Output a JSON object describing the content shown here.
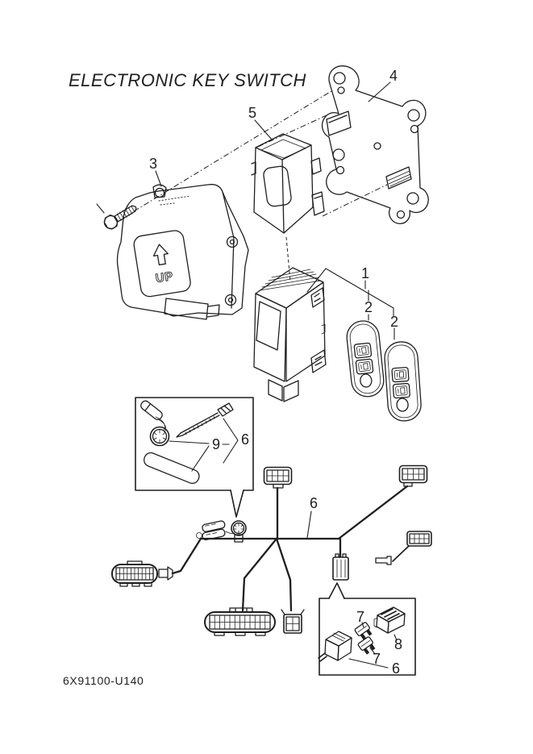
{
  "title": "ELECTRONIC KEY SWITCH",
  "part_code": "6X91100-U140",
  "unit_up_label": "UP",
  "callouts": {
    "immobilizer_unit": "1",
    "remote_fob_left": "2",
    "remote_fob_right": "2",
    "key_switch_unit": "3",
    "mounting_bracket": "4",
    "rubber_cover": "5",
    "harness": "6",
    "inset1_assembly": "6",
    "inset1_cable_tie": "9",
    "inset2_fuse_top": "7",
    "inset2_fuse_bottom": "7",
    "inset2_connector": "8",
    "inset2_assembly": "6"
  },
  "colors": {
    "line": "#1f1f1f",
    "background": "#ffffff"
  }
}
